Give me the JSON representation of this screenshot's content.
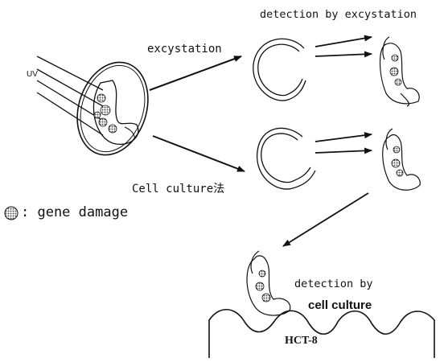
{
  "labels": {
    "uv": "UV",
    "excystation": "excystation",
    "detection_excystation": "detection by excystation",
    "cell_culture_method": "Cell culture法",
    "legend_text": ": gene damage",
    "detection_cell_culture_line1": "detection by",
    "detection_cell_culture_line2": "cell culture",
    "hct8": "HCT-8"
  },
  "icons": {
    "uv_rays": "uv-rays",
    "oocyst": "oocyst",
    "empty_shell": "empty-oocyst-shell",
    "sporozoite": "sporozoite",
    "gene_damage_marker": "gene-damage-dot",
    "host_cell_layer": "host-cell-layer"
  },
  "colors": {
    "ink": "#111111",
    "damage_fill": "#555555",
    "background": "#ffffff"
  }
}
